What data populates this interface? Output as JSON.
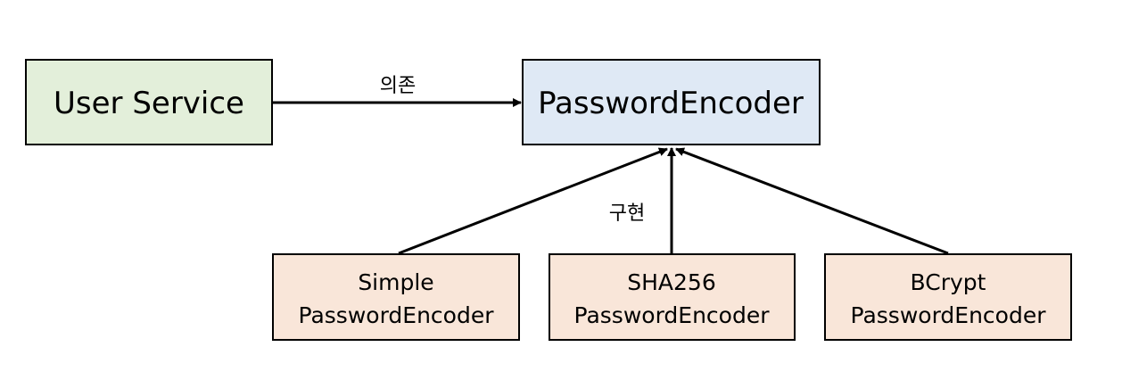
{
  "colors": {
    "service_fill": "#e3efda",
    "interface_fill": "#dfe9f5",
    "implementation_fill": "#f9e6d9",
    "stroke": "#000000"
  },
  "nodes": {
    "user_service": {
      "label": "User Service"
    },
    "password_encoder": {
      "label": "PasswordEncoder"
    },
    "simple": {
      "line1": "Simple",
      "line2": "PasswordEncoder"
    },
    "sha256": {
      "line1": "SHA256",
      "line2": "PasswordEncoder"
    },
    "bcrypt": {
      "line1": "BCrypt",
      "line2": "PasswordEncoder"
    }
  },
  "edges": {
    "depends_label": "의존",
    "implements_label": "구현"
  }
}
